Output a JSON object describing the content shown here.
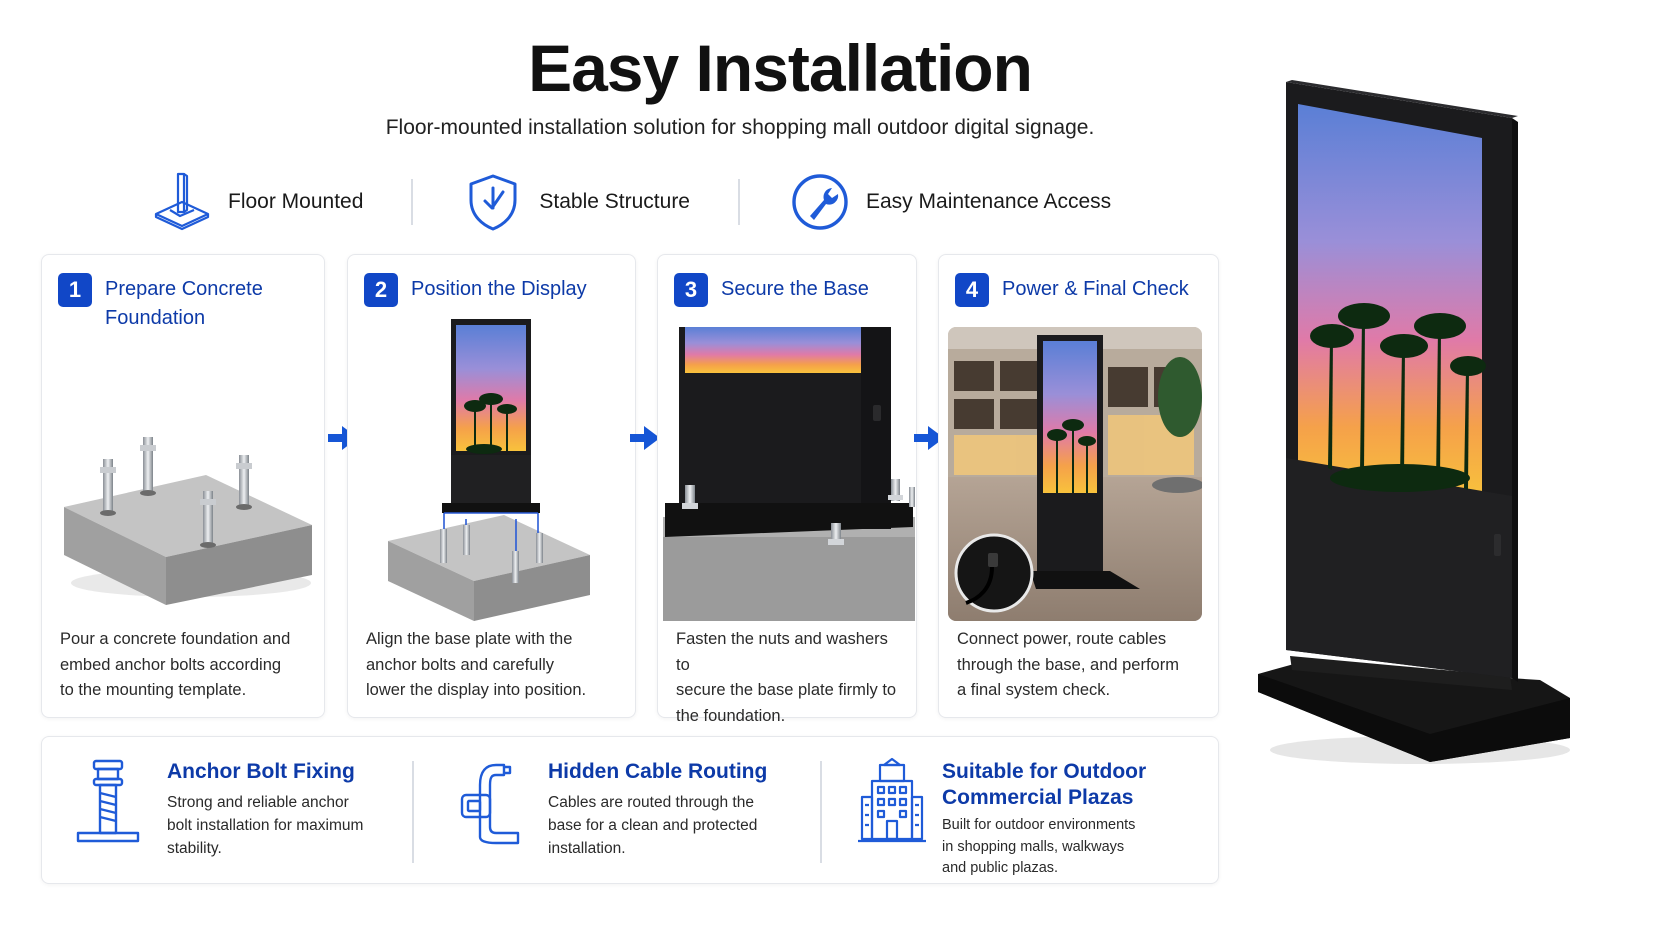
{
  "header": {
    "title": "Easy Installation",
    "subtitle": "Floor-mounted installation solution for shopping mall outdoor digital signage."
  },
  "features": [
    {
      "label": "Floor Mounted",
      "icon": "floor-mount-icon"
    },
    {
      "label": "Stable Structure",
      "icon": "shield-check-icon"
    },
    {
      "label": "Easy Maintenance Access",
      "icon": "wrench-icon"
    }
  ],
  "steps": [
    {
      "number": "1",
      "title": "Prepare Concrete Foundation",
      "title_line1": "Prepare Concrete",
      "title_line2": "Foundation",
      "desc_line1": "Pour a concrete foundation and",
      "desc_line2": "embed anchor bolts according",
      "desc_line3": "to the mounting template."
    },
    {
      "number": "2",
      "title": "Position the Display",
      "desc_line1": "Align the base plate with the",
      "desc_line2": "anchor bolts and carefully",
      "desc_line3": "lower the display into position."
    },
    {
      "number": "3",
      "title": "Secure the Base",
      "desc_line1": "Fasten the nuts and washers to",
      "desc_line2": "secure the base plate firmly to",
      "desc_line3": "the foundation."
    },
    {
      "number": "4",
      "title": "Power & Final Check",
      "desc_line1": "Connect power, route cables",
      "desc_line2": "through the base, and perform",
      "desc_line3": "a final system check."
    }
  ],
  "benefits": [
    {
      "title_line1": "Anchor Bolt Fixing",
      "title_line2": "",
      "desc_line1": "Strong and reliable anchor",
      "desc_line2": "bolt installation for maximum",
      "desc_line3": "stability.",
      "icon": "anchor-bolt-icon"
    },
    {
      "title_line1": "Hidden Cable Routing",
      "title_line2": "",
      "desc_line1": "Cables are routed through the",
      "desc_line2": "base for a clean and protected",
      "desc_line3": "installation.",
      "icon": "cable-routing-icon"
    },
    {
      "title_line1": "Suitable for Outdoor",
      "title_line2": "Commercial Plazas",
      "desc_line1": "Built for outdoor environments",
      "desc_line2": "in shopping malls, walkways",
      "desc_line3": "and public plazas.",
      "icon": "building-icon"
    }
  ],
  "colors": {
    "accent": "#1147c7",
    "title_blue": "#0d3aa8",
    "icon_blue": "#1f5bd8",
    "arrow_blue": "#1656d6",
    "display_body": "#1b1b1d"
  }
}
